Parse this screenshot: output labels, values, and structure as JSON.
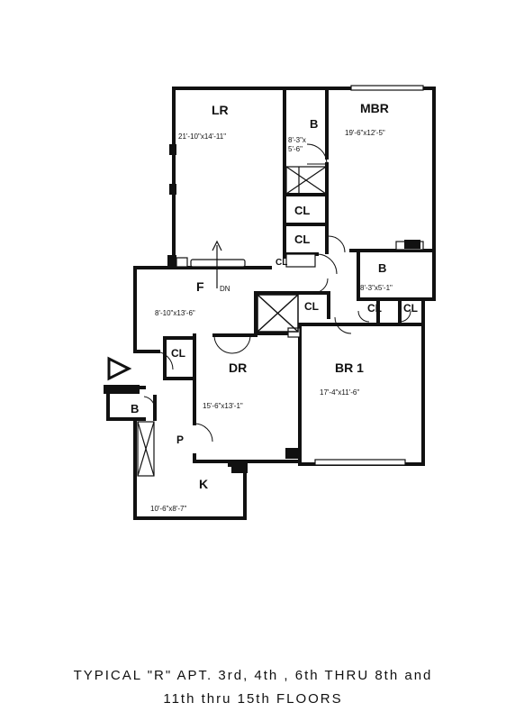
{
  "rooms": {
    "lr": {
      "label": "LR",
      "dim": "21'-10\"x14'-11\""
    },
    "mbr": {
      "label": "MBR",
      "dim": "19'-6\"x12'-5\""
    },
    "b1": {
      "label": "B",
      "dim1": "8'-3\"x",
      "dim2": "5'-6\""
    },
    "b2": {
      "label": "B",
      "dim": "8'-3\"x5'-1\""
    },
    "b3": {
      "label": "B"
    },
    "f": {
      "label": "F",
      "dim": "8'-10\"x13'-6\"",
      "note": "DN"
    },
    "dr": {
      "label": "DR",
      "dim": "15'-6\"x13'-1\""
    },
    "br1": {
      "label": "BR 1",
      "dim": "17'-4\"x11'-6\""
    },
    "k": {
      "label": "K",
      "dim": "10'-6\"x8'-7\""
    },
    "p": {
      "label": "P"
    },
    "cl": {
      "label": "CL"
    }
  },
  "caption": {
    "line1": "TYPICAL \"R\" APT. 3rd, 4th , 6th THRU 8th and",
    "line2": "11th thru 15th FLOORS"
  }
}
